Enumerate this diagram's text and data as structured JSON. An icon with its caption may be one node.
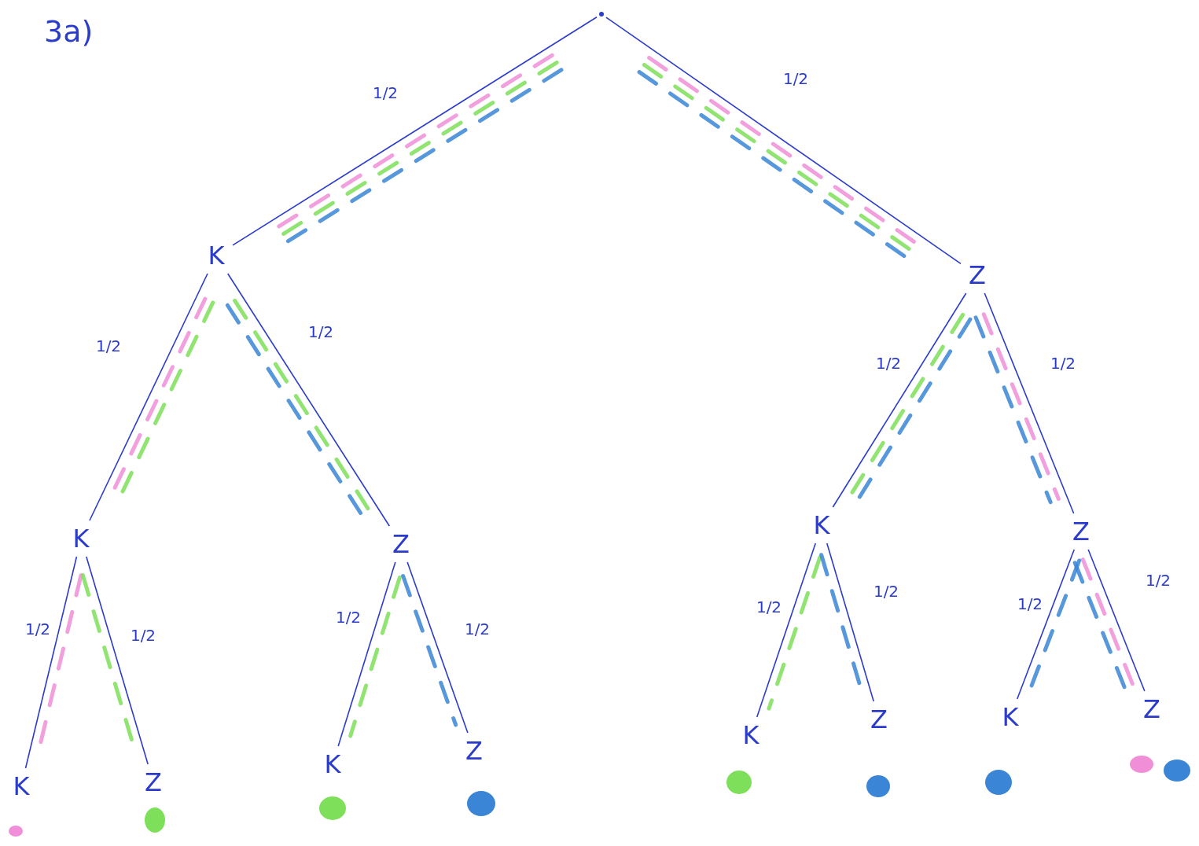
{
  "diagram": {
    "title": "3a)",
    "nodes": [
      {
        "text": [],
        "shape": "point"
      },
      {
        "text": [
          "K"
        ]
      },
      {
        "text": [
          "Z"
        ]
      },
      {
        "text": [
          "K"
        ]
      },
      {
        "text": [
          "Z"
        ]
      },
      {
        "text": [
          "K"
        ]
      },
      {
        "text": [
          "Z"
        ]
      },
      {
        "text": [
          "K"
        ]
      },
      {
        "text": [
          "Z"
        ]
      },
      {
        "text": [
          "K"
        ]
      },
      {
        "text": [
          "Z"
        ]
      },
      {
        "text": [
          "K"
        ]
      },
      {
        "text": [
          "Z"
        ]
      },
      {
        "text": [
          "K"
        ]
      },
      {
        "text": [
          "Z"
        ]
      }
    ],
    "edges": [
      {
        "from": 0,
        "to": 1,
        "arrow": "none",
        "label": "1/2"
      },
      {
        "from": 0,
        "to": 2,
        "arrow": "none",
        "label": "1/2"
      },
      {
        "from": 1,
        "to": 3,
        "arrow": "none",
        "label": "1/2"
      },
      {
        "from": 1,
        "to": 4,
        "arrow": "none",
        "label": "1/2"
      },
      {
        "from": 2,
        "to": 5,
        "arrow": "none",
        "label": "1/2"
      },
      {
        "from": 2,
        "to": 6,
        "arrow": "none",
        "label": "1/2"
      },
      {
        "from": 3,
        "to": 7,
        "arrow": "none",
        "label": "1/2"
      },
      {
        "from": 3,
        "to": 8,
        "arrow": "none",
        "label": "1/2"
      },
      {
        "from": 4,
        "to": 9,
        "arrow": "none",
        "label": "1/2"
      },
      {
        "from": 4,
        "to": 10,
        "arrow": "none",
        "label": "1/2"
      },
      {
        "from": 5,
        "to": 11,
        "arrow": "none",
        "label": "1/2"
      },
      {
        "from": 5,
        "to": 12,
        "arrow": "none",
        "label": "1/2"
      },
      {
        "from": 6,
        "to": 13,
        "arrow": "none",
        "label": "1/2"
      },
      {
        "from": 6,
        "to": 14,
        "arrow": "none",
        "label": "1/2"
      }
    ]
  }
}
